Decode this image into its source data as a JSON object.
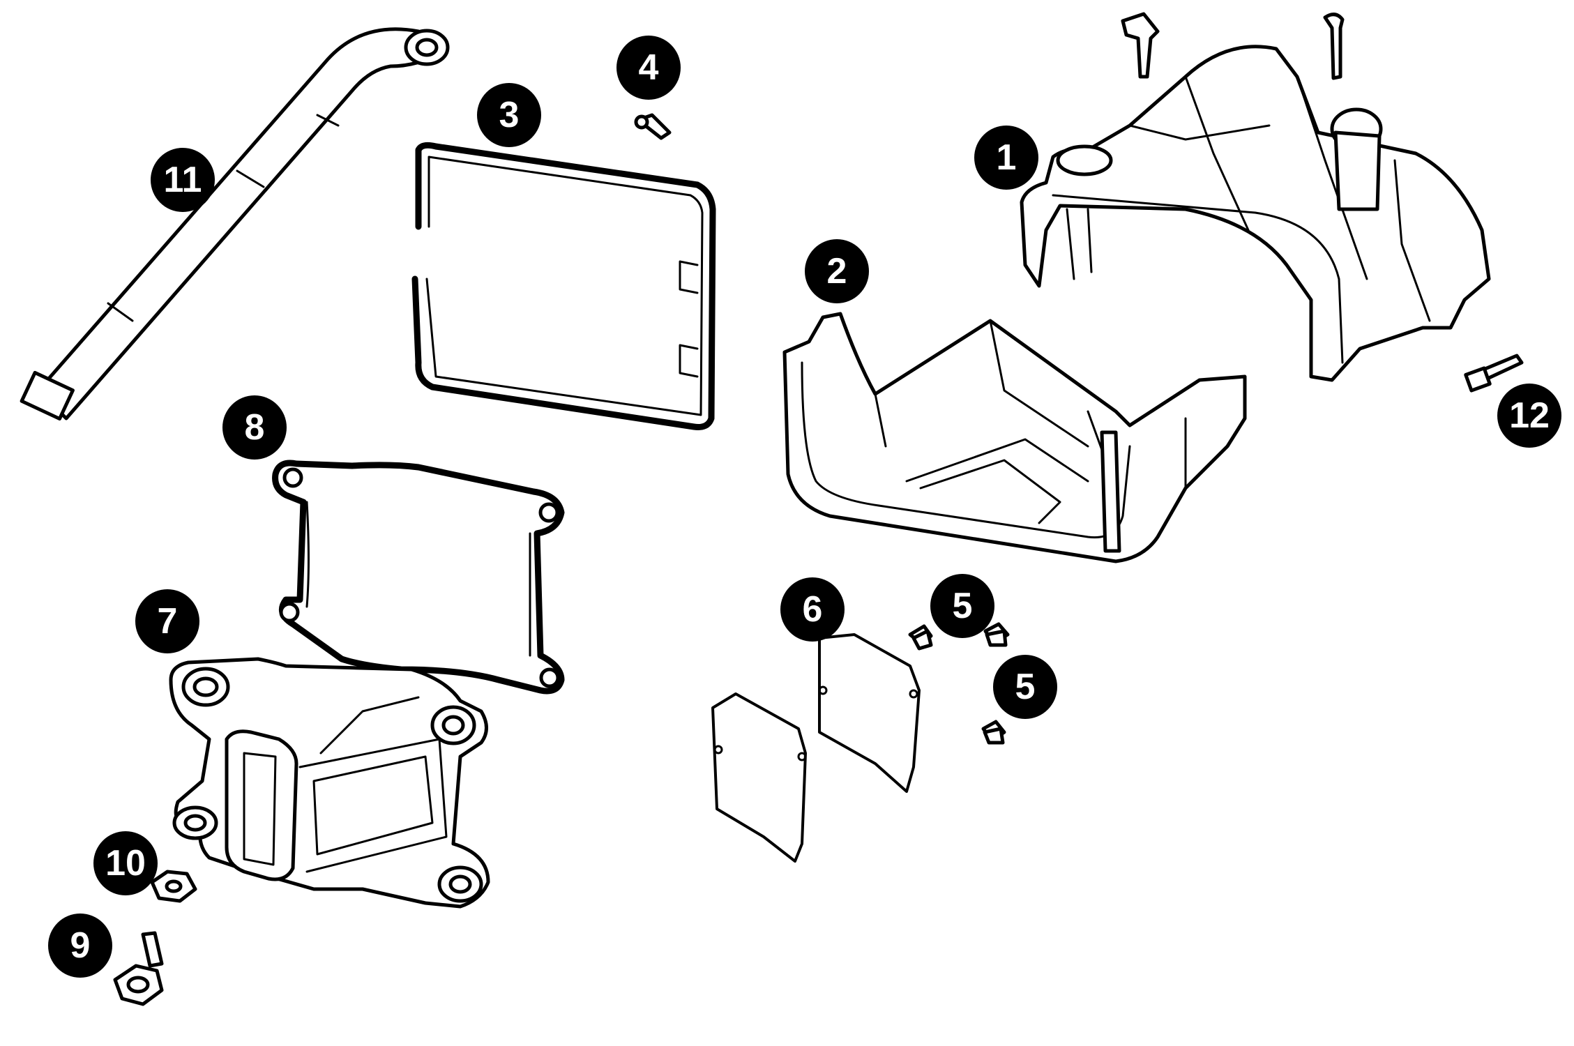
{
  "callouts": [
    {
      "id": "1",
      "label": "1"
    },
    {
      "id": "2",
      "label": "2"
    },
    {
      "id": "3",
      "label": "3"
    },
    {
      "id": "4",
      "label": "4"
    },
    {
      "id": "5a",
      "label": "5"
    },
    {
      "id": "5b",
      "label": "5"
    },
    {
      "id": "6",
      "label": "6"
    },
    {
      "id": "7",
      "label": "7"
    },
    {
      "id": "8",
      "label": "8"
    },
    {
      "id": "9",
      "label": "9"
    },
    {
      "id": "10",
      "label": "10"
    },
    {
      "id": "11",
      "label": "11"
    },
    {
      "id": "12",
      "label": "12"
    }
  ],
  "colors": {
    "line": "#000000",
    "background": "#ffffff",
    "callout_fill": "#000000",
    "callout_text": "#ffffff"
  }
}
